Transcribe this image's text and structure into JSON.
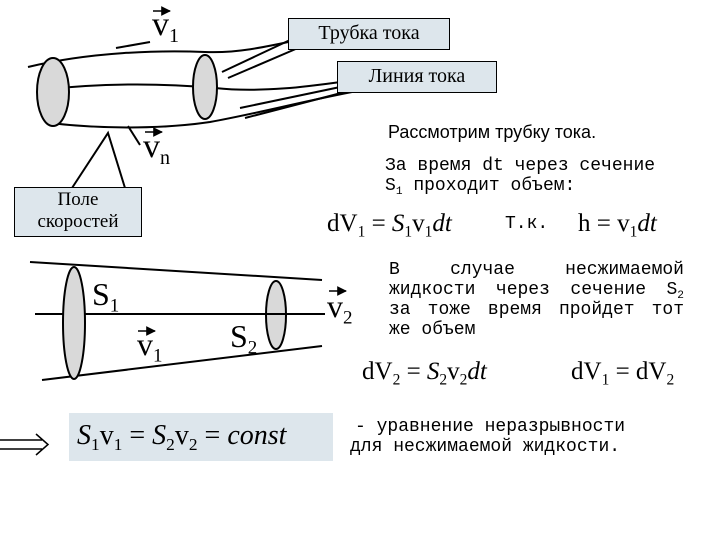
{
  "labels": {
    "v1_vec": "v",
    "v1_sub": "1",
    "vn_vec": "v",
    "vn_sub": "n",
    "tube": "Трубка тока",
    "stream_line": "Линия тока",
    "velocity_field_line1": "Поле",
    "velocity_field_line2": "скоростей",
    "s1": "S",
    "s1_sub": "1",
    "s2": "S",
    "s2_sub": "2",
    "v1b_vec": "v",
    "v1b_sub": "1",
    "v2_vec": "v",
    "v2_sub": "2"
  },
  "text": {
    "consider": "Рассмотрим трубку тока.",
    "during_line1": "За время dt через сечение",
    "during_line2_s": "S",
    "during_line2_sub": "1",
    "during_line2_rest": " проходит объем:",
    "since": "Т.к.",
    "case_line1": "В случае несжимаемой",
    "case_line2_main": "жидкости через сечение S",
    "case_line2_sub": "2",
    "case_line3": "за тоже время пройдет тот",
    "case_line4": "же объем",
    "equation_note_line1": "- уравнение неразрывности",
    "equation_note_line2": "для несжимаемой жидкости."
  },
  "formulas": {
    "dV1_lhs": "dV",
    "dV1_lhs_sub": "1",
    "dV1_eq": " = ",
    "dV1_S": "S",
    "dV1_S_sub": "1",
    "dV1_v": "v",
    "dV1_v_sub": "1",
    "dV1_dt": "dt",
    "h_lhs": "h",
    "h_eq": " = ",
    "h_v": "v",
    "h_v_sub": "1",
    "h_dt": "dt",
    "dV2_lhs": "dV",
    "dV2_lhs_sub": "2",
    "dV2_eq": " = ",
    "dV2_S": "S",
    "dV2_S_sub": "2",
    "dV2_v": "v",
    "dV2_v_sub": "2",
    "dV2_dt": "dt",
    "eqV_lhs": "dV",
    "eqV_lhs_sub": "1",
    "eqV_eq": " = ",
    "eqV_rhs": "dV",
    "eqV_rhs_sub": "2",
    "cont_S1": "S",
    "cont_S1_sub": "1",
    "cont_v1": "v",
    "cont_v1_sub": "1",
    "cont_eq1": " = ",
    "cont_S2": "S",
    "cont_S2_sub": "2",
    "cont_v2": "v",
    "cont_v2_sub": "2",
    "cont_eq2": " = ",
    "cont_const": "const"
  },
  "colors": {
    "box_fill": "#dde6ec",
    "ellipse_fill": "#d9d9d9",
    "stroke": "#000000"
  },
  "icons": {
    "implies": "double-arrow-right-icon"
  }
}
